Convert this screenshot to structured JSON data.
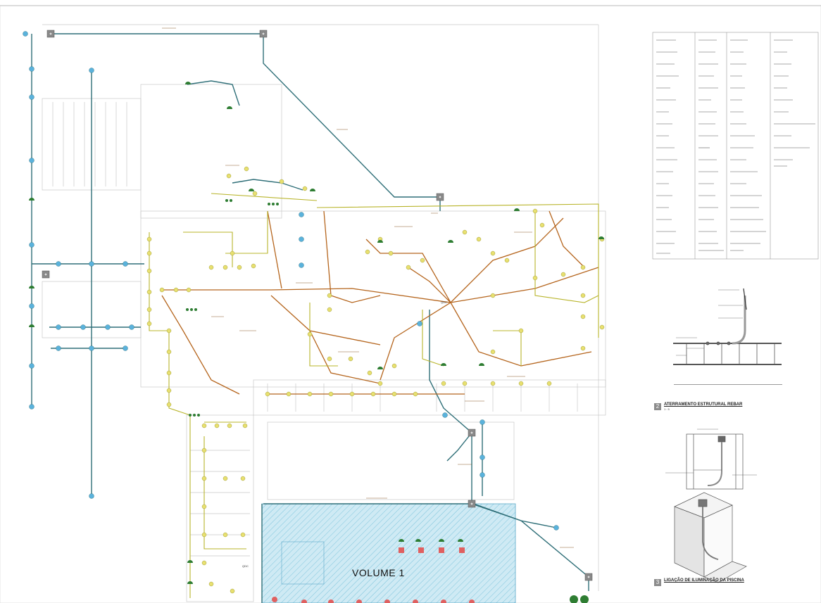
{
  "colors": {
    "conduit_teal": "#2f6f78",
    "feeder_brown": "#b5651d",
    "circuit_olive": "#b8b42a",
    "outdoor_fixture": "#5ab2dc",
    "indoor_fixture": "#e8e070",
    "green_device": "#2e7d32",
    "pool_hatch": "#a8d8e8",
    "panel_gray": "#8a8a8a",
    "red_fixture": "#e06060"
  },
  "pool_area": {
    "label": "VOLUME 1"
  },
  "details": [
    {
      "number": "2",
      "title": "ATERRAMENTO ESTRUTURAL  REBAR",
      "scale": "1 : 5"
    },
    {
      "number": "3",
      "title": "LIGAÇÃO DE ILUMINAÇÃO DA PISCINA",
      "scale": ""
    }
  ],
  "plan_labels": {
    "qdc_main": "QDC",
    "qdc_lower": "QDC"
  },
  "legend": {
    "columns": 4,
    "rows": 19
  }
}
